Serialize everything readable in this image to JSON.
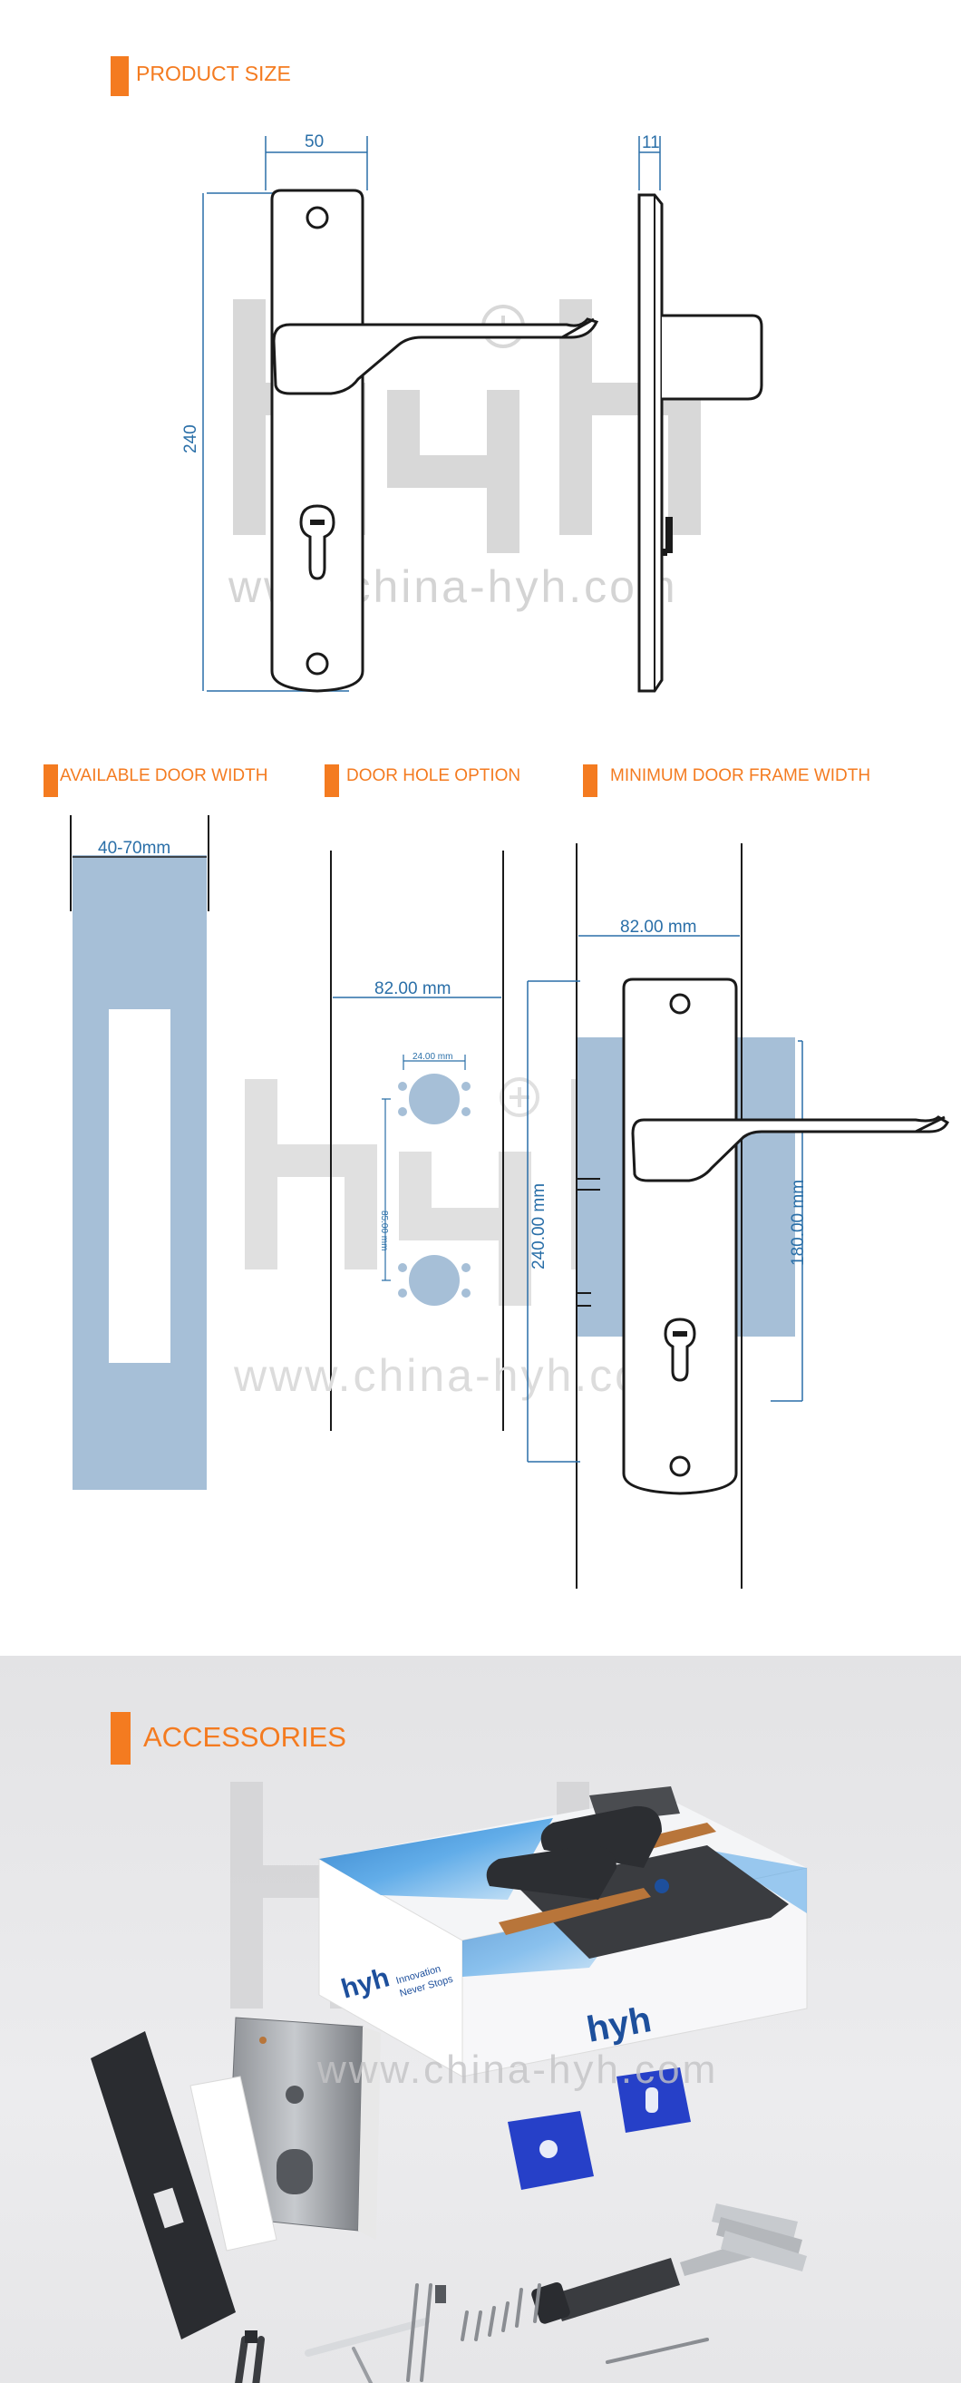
{
  "sections": {
    "product_size": "PRODUCT SIZE",
    "available_door_width": "AVAILABLE DOOR WIDTH",
    "door_hole_option": "DOOR HOLE OPTION",
    "minimum_door_frame_width": "MINIMUM DOOR FRAME WIDTH",
    "accessories": "ACCESSORIES"
  },
  "product_size": {
    "plate_width": "50",
    "plate_height": "240",
    "thickness": "11"
  },
  "door_width": {
    "range": "40-70mm"
  },
  "door_hole": {
    "width": "82.00 mm",
    "hole_spacing_h": "24.00 mm",
    "hole_spacing_v": "85.00 mm"
  },
  "frame": {
    "width": "82.00 mm",
    "plate_height": "240.00 mm",
    "handle_height": "180.00 mm"
  },
  "watermark": {
    "url": "www.china-hyh.com"
  },
  "box": {
    "brand": "hyh",
    "slogan_1": "Innovation",
    "slogan_2": "Never Stops"
  },
  "colors": {
    "accent": "#f47b20",
    "dimension": "#2a6fa8",
    "door_fill": "#a6bfd7",
    "line": "#1a1a1a"
  }
}
